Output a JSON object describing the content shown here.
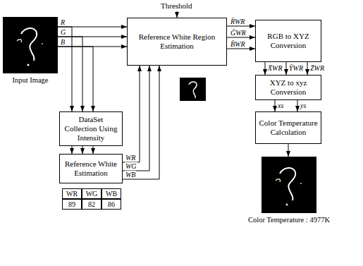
{
  "diagram": {
    "nodes": [
      {
        "text": [
          "Input Image"
        ]
      },
      {
        "text": [
          "Reference White Region Estimation"
        ]
      },
      {
        "text": [
          "RGB to XYZ Conversion"
        ]
      },
      {
        "text": [
          "DataSet Collection Using Intensity"
        ]
      },
      {
        "text": [
          "Reference White Estimation"
        ]
      },
      {
        "text": [
          "XYZ to xyz Conversion"
        ]
      },
      {
        "text": [
          "Color Temperature Calculation"
        ]
      },
      {
        "text": [
          "Color Temperature : 4977K"
        ]
      }
    ],
    "edges": [
      {
        "from": 0,
        "to": 1,
        "label": "R",
        "arrow": "to"
      },
      {
        "from": 0,
        "to": 1,
        "label": "G",
        "arrow": "to"
      },
      {
        "from": 0,
        "to": 1,
        "label": "B",
        "arrow": "to"
      },
      {
        "from": 0,
        "to": 3,
        "arrow": "to"
      },
      {
        "from": 0,
        "to": 3,
        "arrow": "to"
      },
      {
        "from": 0,
        "to": 3,
        "arrow": "to"
      },
      {
        "from": 3,
        "to": 4,
        "arrow": "to"
      },
      {
        "from": 3,
        "to": 4,
        "arrow": "to"
      },
      {
        "from": 3,
        "to": 4,
        "arrow": "to"
      },
      {
        "from": 4,
        "to": 1,
        "label": "WR",
        "arrow": "to"
      },
      {
        "from": 4,
        "to": 1,
        "label": "WG",
        "arrow": "to"
      },
      {
        "from": 4,
        "to": 1,
        "label": "WB",
        "arrow": "to"
      },
      {
        "from": 1,
        "to": 2,
        "label": "R̄WR",
        "arrow": "to"
      },
      {
        "from": 1,
        "to": 2,
        "label": "ḠWR",
        "arrow": "to"
      },
      {
        "from": 1,
        "to": 2,
        "label": "B̄WR",
        "arrow": "to"
      },
      {
        "from": 2,
        "to": 5,
        "label": "X̄WR",
        "arrow": "to"
      },
      {
        "from": 2,
        "to": 5,
        "label": "ȲWR",
        "arrow": "to"
      },
      {
        "from": 2,
        "to": 5,
        "label": "Z̄WR",
        "arrow": "to"
      },
      {
        "from": 5,
        "to": 6,
        "label": "xs",
        "arrow": "to"
      },
      {
        "from": 5,
        "to": 6,
        "label": "ys",
        "arrow": "to"
      },
      {
        "from": 6,
        "to": 7,
        "arrow": "to"
      }
    ],
    "labels": [
      "Threshold",
      "WR",
      "WG",
      "WB",
      "89",
      "82",
      "86"
    ]
  }
}
